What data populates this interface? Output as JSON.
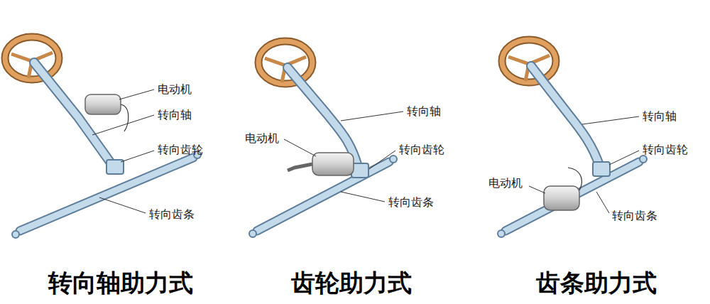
{
  "diagram": {
    "labels": [
      "电动机",
      "转向轴",
      "转向齿轮",
      "转向齿条",
      "转向轴",
      "电动机",
      "转向齿轮",
      "转向齿条",
      "转向轴",
      "转向齿轮",
      "电动机",
      "转向齿条",
      "转向轴助力式",
      "齿轮助力式",
      "齿条助力式"
    ]
  }
}
